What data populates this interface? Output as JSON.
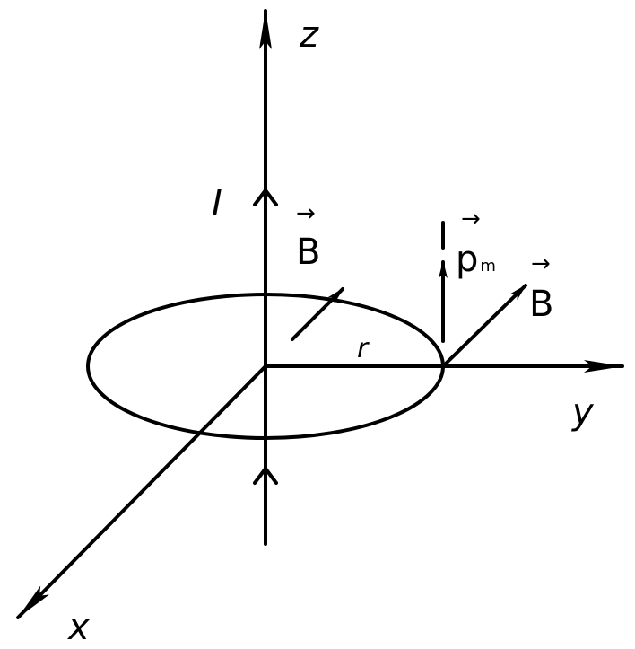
{
  "diagram": {
    "axes": {
      "z": "z",
      "y": "y",
      "x": "x"
    },
    "current_label": "I",
    "radius_label": "r",
    "field_label_center": "B",
    "field_label_ring": "B",
    "moment_label": "p",
    "moment_subscript": "m",
    "vector_arrow_glyph": "→",
    "colors": {
      "ink": "#000000",
      "background": "#ffffff"
    }
  }
}
